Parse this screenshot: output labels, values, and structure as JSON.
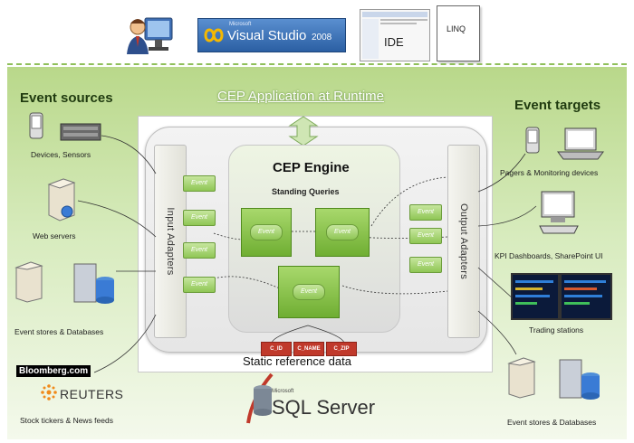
{
  "header": {
    "vs_brand_small": "Microsoft",
    "vs_brand": "Visual Studio",
    "vs_version": "2008",
    "ide_label": "IDE",
    "linq_label": "LINQ"
  },
  "diagram": {
    "title": "CEP Application at Runtime",
    "event_sources_title": "Event sources",
    "event_targets_title": "Event targets",
    "engine_title": "CEP Engine",
    "engine_subtitle": "Standing Queries",
    "input_adapters": "Input Adapters",
    "output_adapters": "Output Adapters",
    "event_label": "Event",
    "sources": [
      {
        "label": "Devices, Sensors"
      },
      {
        "label": "Web servers"
      },
      {
        "label": "Event stores & Databases"
      },
      {
        "label": "Stock tickers & News feeds"
      }
    ],
    "targets": [
      {
        "label": "Pagers & Monitoring devices"
      },
      {
        "label": "KPI Dashboards, SharePoint UI"
      },
      {
        "label": "Trading stations"
      },
      {
        "label": "Event stores & Databases"
      }
    ],
    "reference": {
      "cells": [
        "C_ID",
        "C_NAME",
        "C_ZIP"
      ],
      "label": "Static reference data"
    },
    "sql_brand_small": "Microsoft",
    "sql_brand": "SQL Server",
    "bloomberg": "Bloomberg.com",
    "reuters": "REUTERS"
  },
  "colors": {
    "green_area": "#b9d88a",
    "event_green": "#8fc655",
    "reference_red": "#c0392b",
    "vs_purple": "#5b2d86"
  }
}
